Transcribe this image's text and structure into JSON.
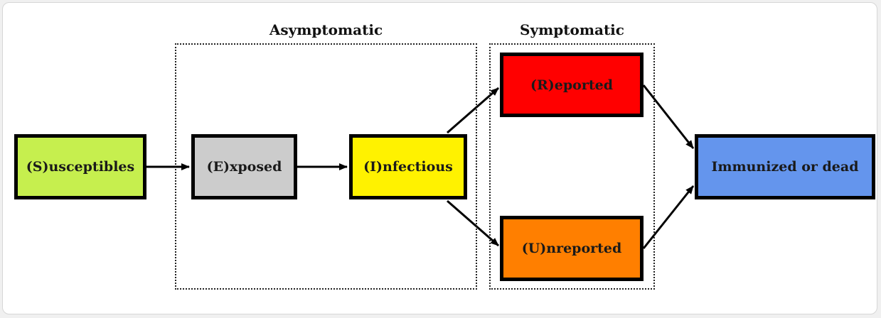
{
  "groups": {
    "asymptomatic": {
      "label": "Asymptomatic"
    },
    "symptomatic": {
      "label": "Symptomatic"
    }
  },
  "nodes": {
    "susceptibles": {
      "label": "(S)usceptibles",
      "color": "#c6ef4e"
    },
    "exposed": {
      "label": "(E)xposed",
      "color": "#cccccc"
    },
    "infectious": {
      "label": "(I)nfectious",
      "color": "#fff200"
    },
    "reported": {
      "label": "(R)eported",
      "color": "#ff0000"
    },
    "unreported": {
      "label": "(U)nreported",
      "color": "#ff7f00"
    },
    "immunized": {
      "label": "Immunized or dead",
      "color": "#6495ed"
    }
  },
  "edges": [
    {
      "from": "susceptibles",
      "to": "exposed"
    },
    {
      "from": "exposed",
      "to": "infectious"
    },
    {
      "from": "infectious",
      "to": "reported"
    },
    {
      "from": "infectious",
      "to": "unreported"
    },
    {
      "from": "reported",
      "to": "immunized"
    },
    {
      "from": "unreported",
      "to": "immunized"
    }
  ]
}
